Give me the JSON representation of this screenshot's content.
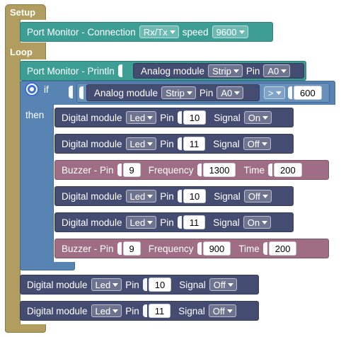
{
  "setup": {
    "label": "Setup",
    "connection": {
      "title": "Port Monitor - Connection",
      "mode": "Rx/Tx",
      "speed_label": "speed",
      "speed": "9600"
    }
  },
  "loop": {
    "label": "Loop",
    "println": {
      "title": "Port Monitor - Println",
      "module": "Analog module",
      "type": "Strip",
      "pin_label": "Pin",
      "pin": "A0"
    },
    "if_block": {
      "if_label": "if",
      "then_label": "then",
      "condition": {
        "module": "Analog module",
        "type": "Strip",
        "pin_label": "Pin",
        "pin": "A0",
        "operator": ">",
        "value": "600"
      },
      "statements": [
        {
          "kind": "digital",
          "module": "Digital module",
          "device": "Led",
          "pin_label": "Pin",
          "pin": "10",
          "signal_label": "Signal",
          "signal": "On"
        },
        {
          "kind": "digital",
          "module": "Digital module",
          "device": "Led",
          "pin_label": "Pin",
          "pin": "11",
          "signal_label": "Signal",
          "signal": "Off"
        },
        {
          "kind": "buzzer",
          "title": "Buzzer - Pin",
          "pin": "9",
          "freq_label": "Frequency",
          "freq": "1300",
          "time_label": "Time",
          "time": "200"
        },
        {
          "kind": "digital",
          "module": "Digital module",
          "device": "Led",
          "pin_label": "Pin",
          "pin": "10",
          "signal_label": "Signal",
          "signal": "Off"
        },
        {
          "kind": "digital",
          "module": "Digital module",
          "device": "Led",
          "pin_label": "Pin",
          "pin": "11",
          "signal_label": "Signal",
          "signal": "On"
        },
        {
          "kind": "buzzer",
          "title": "Buzzer - Pin",
          "pin": "9",
          "freq_label": "Frequency",
          "freq": "900",
          "time_label": "Time",
          "time": "200"
        }
      ]
    },
    "after": [
      {
        "module": "Digital module",
        "device": "Led",
        "pin_label": "Pin",
        "pin": "10",
        "signal_label": "Signal",
        "signal": "Off"
      },
      {
        "module": "Digital module",
        "device": "Led",
        "pin_label": "Pin",
        "pin": "11",
        "signal_label": "Signal",
        "signal": "Off"
      }
    ]
  },
  "colors": {
    "control": "#b09d5f",
    "port_monitor": "#3c9e95",
    "digital": "#454c72",
    "buzzer": "#9f6d84",
    "logic": "#5784b3"
  },
  "icons": {
    "mutator": "gear-icon",
    "dropdown": "chevron-down-icon"
  }
}
